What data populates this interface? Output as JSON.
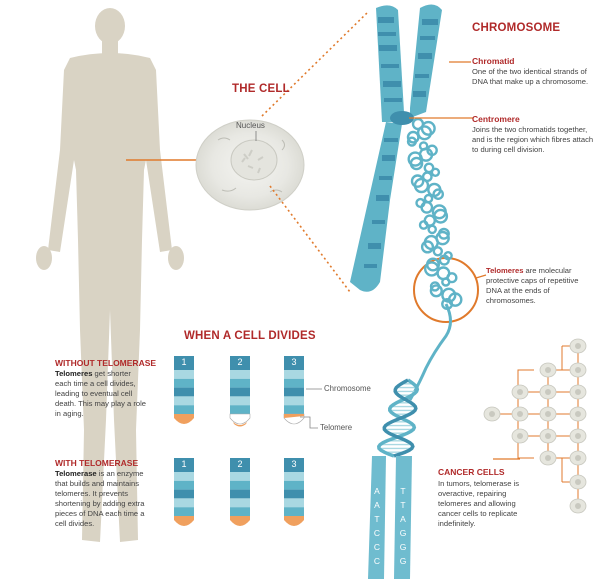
{
  "colors": {
    "accent": "#b02a2a",
    "teal": "#5fb3c7",
    "teal_dark": "#3f8fad",
    "teal_pale": "#a9d8e2",
    "telomere": "#f0a05e",
    "orange_line": "#e07a2c",
    "human": "#d9d3c4"
  },
  "cell": {
    "title": "THE CELL",
    "nucleus_label": "Nucleus"
  },
  "chromosome": {
    "title": "CHROMOSOME",
    "chromatid_title": "Chromatid",
    "chromatid_text": "One of the two identical strands of DNA that make up a chromosome.",
    "centromere_title": "Centromere",
    "centromere_text": "Joins the two chromatids together, and is the region which fibres attach to during cell division.",
    "telomeres_bold": "Telomeres",
    "telomeres_text": " are molecular protective caps of repetitive DNA at the ends of chromosomes."
  },
  "divides": {
    "title": "WHEN A CELL DIVIDES",
    "numbers": [
      "1",
      "2",
      "3"
    ],
    "chromosome_label": "Chromosome",
    "telomere_label": "Telomere"
  },
  "without": {
    "title": "WITHOUT TELOMERASE",
    "bold": "Telomeres",
    "text": " get shorter each time a cell divides, leading to eventual cell death. This may play a role in aging."
  },
  "with": {
    "title": "WITH TELOMERASE",
    "bold": "Telomerase",
    "text": " is an enzyme that builds and maintains telomeres. It prevents shortening by adding extra pieces of DNA each time a cell divides."
  },
  "cancer": {
    "title": "CANCER CELLS",
    "text": "In tumors, telomerase is overactive, repairing telomeres and allowing cancer cells to replicate indefinitely."
  },
  "dna": {
    "left_letters": [
      "A",
      "A",
      "T",
      "C",
      "C",
      "C"
    ],
    "right_letters": [
      "T",
      "T",
      "A",
      "G",
      "G",
      "G"
    ]
  }
}
